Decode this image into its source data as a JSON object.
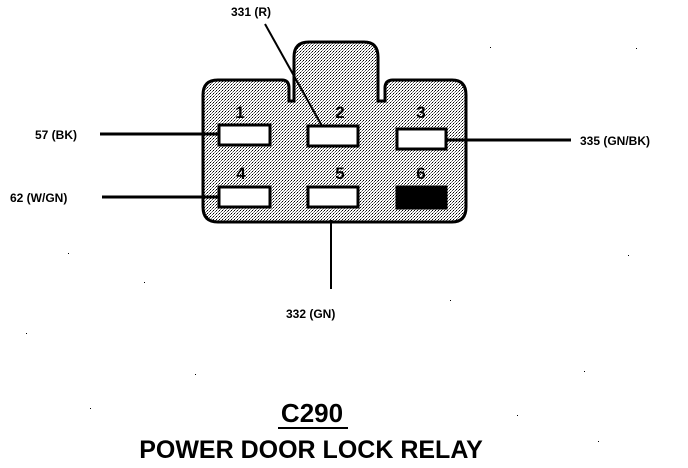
{
  "connector": {
    "id": "C290",
    "name": "POWER DOOR LOCK RELAY"
  },
  "pins": [
    {
      "number": "1",
      "filled": false
    },
    {
      "number": "2",
      "filled": false
    },
    {
      "number": "3",
      "filled": false
    },
    {
      "number": "4",
      "filled": false
    },
    {
      "number": "5",
      "filled": false
    },
    {
      "number": "6",
      "filled": true
    }
  ],
  "wires": {
    "pin1": "57 (BK)",
    "pin2": "331 (R)",
    "pin3": "335 (GN/BK)",
    "pin4": "62 (W/GN)",
    "pin5": "332 (GN)"
  },
  "colors": {
    "ink": "#000000",
    "body": "#d6d6d6",
    "paper": "#ffffff"
  }
}
